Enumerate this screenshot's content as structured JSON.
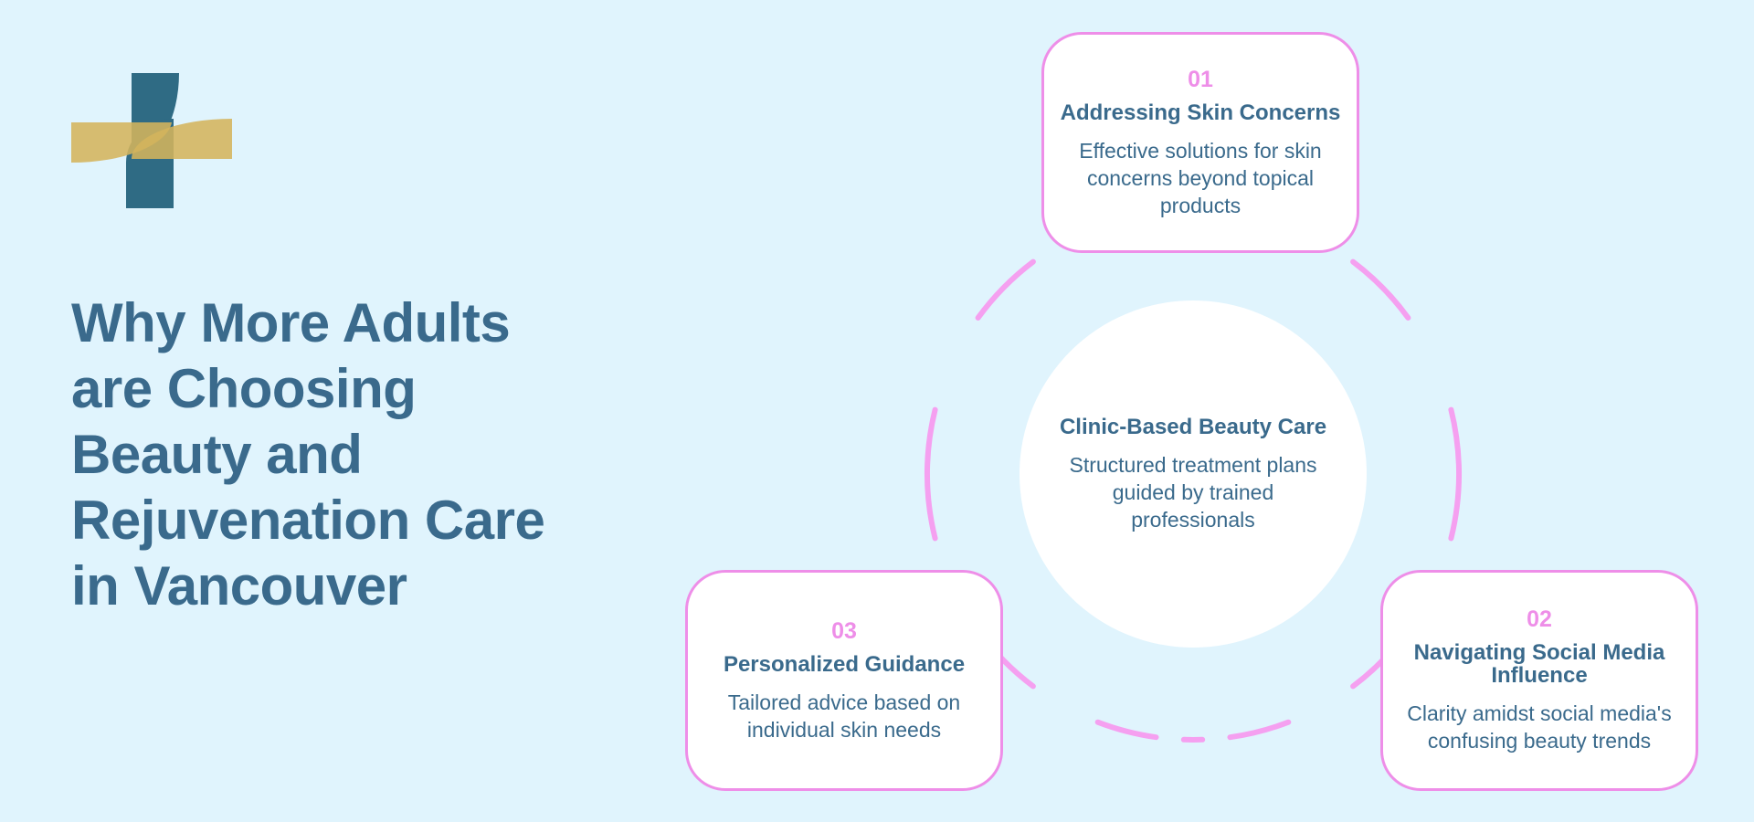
{
  "headline": {
    "lines": [
      "Why More Adults",
      "are Choosing",
      "Beauty and",
      "Rejuvenation Care",
      "in Vancouver"
    ]
  },
  "hub": {
    "title": "Clinic-Based Beauty Care",
    "description": "Structured treatment plans guided by trained professionals"
  },
  "cards": [
    {
      "number": "01",
      "title": "Addressing Skin Concerns",
      "description": "Effective solutions for skin concerns beyond topical products"
    },
    {
      "number": "02",
      "title": "Navigating Social Media Influence",
      "description": "Clarity amidst social media's confusing beauty trends"
    },
    {
      "number": "03",
      "title": "Personalized Guidance",
      "description": "Tailored advice based on individual skin needs"
    }
  ],
  "colors": {
    "background": "#e0f4fd",
    "primary_text": "#3a6a8c",
    "accent_pink": "#ee8ee8",
    "logo_teal": "#2f6b84",
    "logo_gold": "#d4b45c"
  },
  "icons": {
    "logo": "medical-cross-logo"
  }
}
